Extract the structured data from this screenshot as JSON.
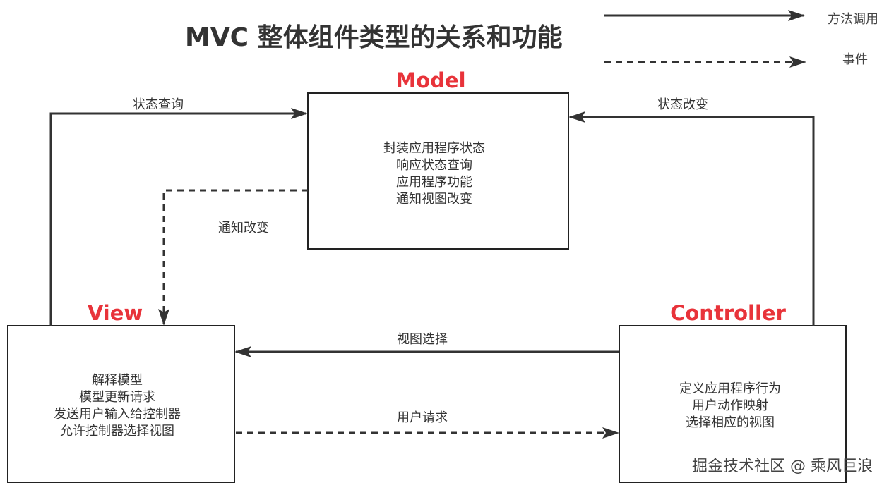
{
  "title": "MVC 整体组件类型的关系和功能",
  "legend": {
    "method_call": "方法调用",
    "event": "事件"
  },
  "colors": {
    "accent": "#e8333a",
    "line": "#333333",
    "border": "#222222"
  },
  "model": {
    "title": "Model",
    "lines": [
      "封装应用程序状态",
      "响应状态查询",
      "应用程序功能",
      "通知视图改变"
    ]
  },
  "view": {
    "title": "View",
    "lines": [
      "解释模型",
      "模型更新请求",
      "发送用户输入给控制器",
      "允许控制器选择视图"
    ]
  },
  "controller": {
    "title": "Controller",
    "lines": [
      "定义应用程序行为",
      "用户动作映射",
      "选择相应的视图"
    ]
  },
  "edges": {
    "state_query": "状态查询",
    "state_change": "状态改变",
    "notify_change": "通知改变",
    "view_select": "视图选择",
    "user_request": "用户请求"
  },
  "watermark": "掘金技术社区 @ 乘风巨浪"
}
